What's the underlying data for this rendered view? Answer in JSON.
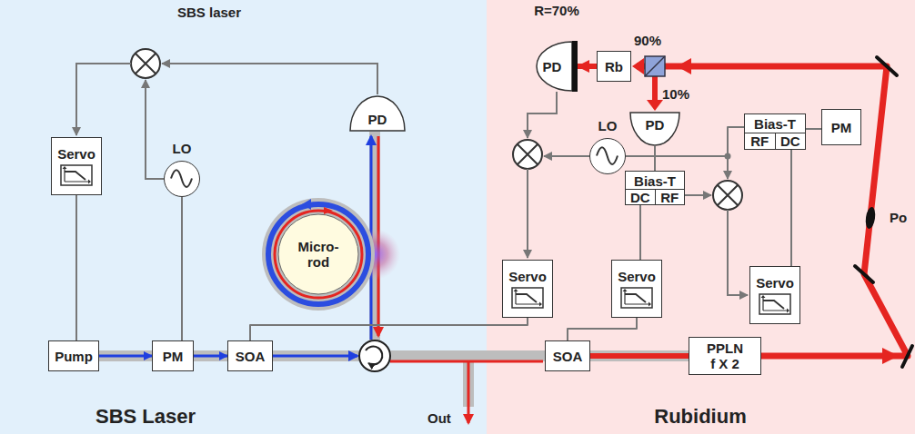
{
  "diagram": {
    "nodes": [
      {
        "text": [
          "Servo"
        ]
      },
      {
        "text": [
          "LO"
        ]
      },
      {
        "text": [
          "PD"
        ]
      },
      {
        "text": [
          "Micro- rod"
        ]
      },
      {
        "text": [
          "Pump"
        ]
      },
      {
        "text": [
          "PM"
        ]
      },
      {
        "text": [
          "SOA"
        ]
      },
      {
        "text": [
          "PD"
        ]
      },
      {
        "text": [
          "Rb"
        ]
      },
      {
        "text": [
          "PD"
        ]
      },
      {
        "text": [
          "LO"
        ]
      },
      {
        "text": [
          "Bias-T",
          "RF",
          "DC"
        ]
      },
      {
        "text": [
          "PM"
        ]
      },
      {
        "text": [
          "Bias-T",
          "DC",
          "RF"
        ]
      },
      {
        "text": [
          "Servo"
        ]
      },
      {
        "text": [
          "Servo"
        ]
      },
      {
        "text": [
          "Servo"
        ]
      },
      {
        "text": [
          "SOA"
        ]
      },
      {
        "text": [
          "PPLN f X 2"
        ]
      }
    ],
    "edges": [
      {
        "from": 0,
        "to": 4,
        "arrow": "none"
      },
      {
        "from": 1,
        "to": 5,
        "arrow": "none"
      },
      {
        "from": 4,
        "to": 5,
        "arrow": "to"
      },
      {
        "from": 5,
        "to": 6,
        "arrow": "to"
      },
      {
        "from": 8,
        "to": 7,
        "arrow": "to"
      },
      {
        "from": 14,
        "to": 6,
        "arrow": "none"
      },
      {
        "from": 15,
        "to": 17,
        "arrow": "none"
      },
      {
        "from": 9,
        "to": 13,
        "arrow": "none"
      },
      {
        "from": 13,
        "to": 15,
        "arrow": "none"
      },
      {
        "from": 16,
        "to": 11,
        "arrow": "none"
      },
      {
        "from": 11,
        "to": 12,
        "arrow": "none"
      },
      {
        "from": 17,
        "to": 18,
        "arrow": "none"
      },
      {
        "from": 10,
        "to": 11,
        "arrow": "none"
      }
    ],
    "labels": [
      "SBS laser",
      "R=70%",
      "90%",
      "10%",
      "Po",
      "Out",
      "SBS Laser",
      "Rubidium"
    ]
  }
}
